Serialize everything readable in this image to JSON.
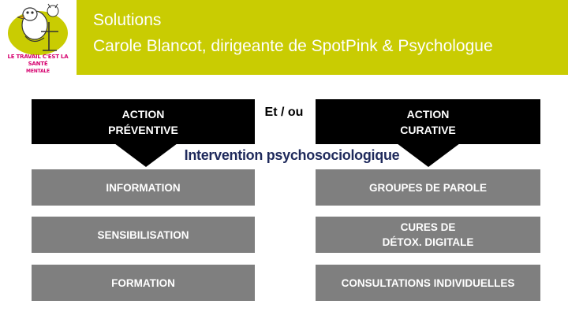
{
  "header": {
    "title": "Solutions",
    "subtitle": "Carole Blancot, dirigeante de SpotPink & Psychologue",
    "logo_text_line1": "LE TRAVAIL C'EST LA SANTÉ",
    "logo_text_line2": "MENTALE",
    "background_color": "#c9cc02"
  },
  "diagram": {
    "left_header": {
      "line1": "ACTION",
      "line2": "PRÉVENTIVE"
    },
    "right_header": {
      "line1": "ACTION",
      "line2": "CURATIVE"
    },
    "connector": "Et / ou",
    "banner": "Intervention psychosociologique",
    "left_items": [
      "INFORMATION",
      "SENSIBILISATION",
      "FORMATION"
    ],
    "right_items": [
      {
        "line1": "GROUPES DE PAROLE",
        "line2": ""
      },
      {
        "line1": "CURES DE",
        "line2": "DÉTOX. DIGITALE"
      },
      {
        "line1": "CONSULTATIONS INDIVIDUELLES",
        "line2": ""
      }
    ],
    "colors": {
      "header_box": "#000000",
      "item_box": "#7f7f7f",
      "banner_text": "#1f2a5c"
    }
  }
}
